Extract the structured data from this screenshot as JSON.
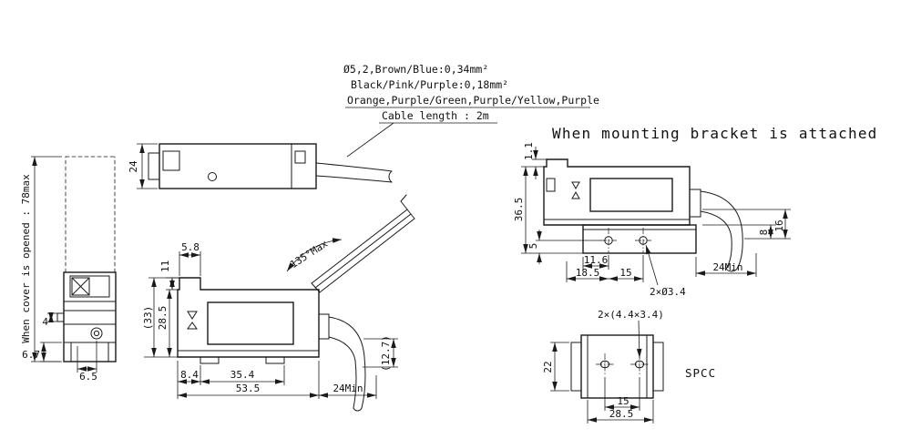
{
  "title": "When mounting bracket is attached",
  "notes": {
    "cable_line1": "Ø5,2,Brown/Blue:0,34mm²",
    "cable_line2": "Black/Pink/Purple:0,18mm²",
    "cable_line3": "Orange,Purple/Green,Purple/Yellow,Purple",
    "cable_line4": "Cable length : 2m",
    "cover_open": "When cover is opened : 78max",
    "material": "SPCC",
    "angle_max": "135°Max",
    "holes_round": "2×Ø3.4",
    "holes_slot": "2×(4.4×3.4)"
  },
  "dims": {
    "closed_height": "24",
    "front_step": "4",
    "front_base": "6.7",
    "front_screw": "6.5",
    "lip_width": "5.8",
    "lip_height": "11",
    "total_height": "(33)",
    "body_height": "28.5",
    "cable_drop": "(12.7)",
    "foot_offset": "8.4",
    "foot_span": "35.4",
    "body_length": "53.5",
    "cable_bend_min": "24Min",
    "bracket_lip": "1.1",
    "bracket_total_h": "36.5",
    "hole_bottom": "5",
    "hole_offset": "11.6",
    "edge_offset": "18.5",
    "hole_pitch": "15",
    "bracket_cable_min": "24Min",
    "cable_h_8": "8",
    "cable_h_16": "16",
    "flat_height": "22",
    "flat_pitch": "15",
    "flat_width": "28.5"
  }
}
